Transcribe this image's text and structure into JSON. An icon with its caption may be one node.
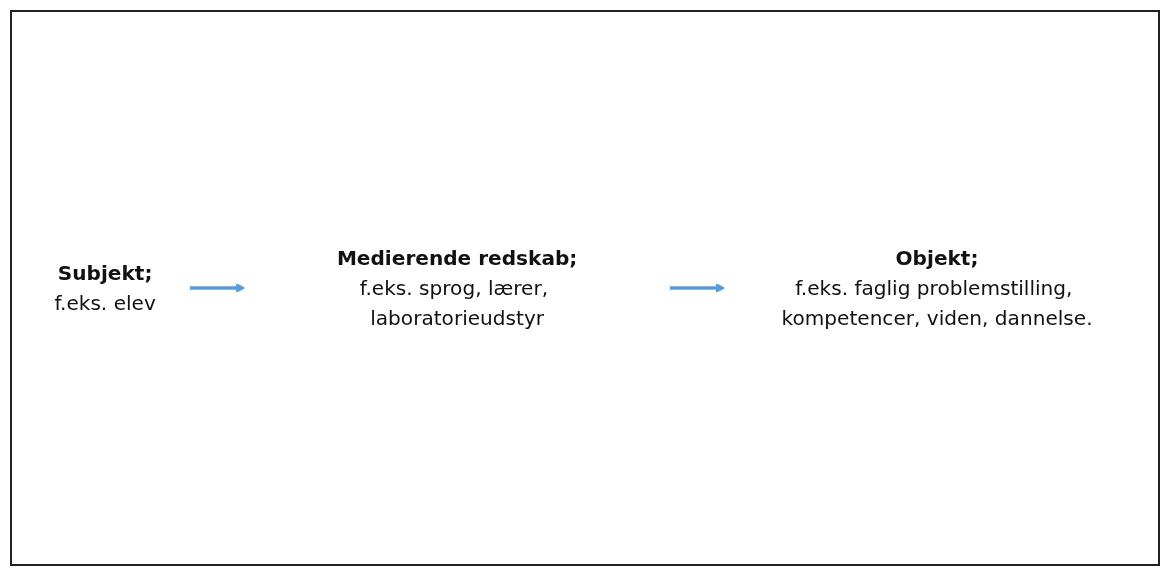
{
  "diagram": {
    "nodes": [
      {
        "text": [
          "Subjekt;",
          "f.eks. elev"
        ]
      },
      {
        "text": [
          "Objekt;",
          "f.eks. faglig problemstilling, kompetencer, viden, dannelse."
        ]
      },
      {
        "text": [
          "Medierende redskab;",
          "f.eks. sprog, lærer, laboratorieudstyr"
        ]
      }
    ],
    "edges": [
      {
        "from": 0,
        "to": 2,
        "arrow": "to"
      },
      {
        "from": 2,
        "to": 1,
        "arrow": "to"
      }
    ]
  }
}
